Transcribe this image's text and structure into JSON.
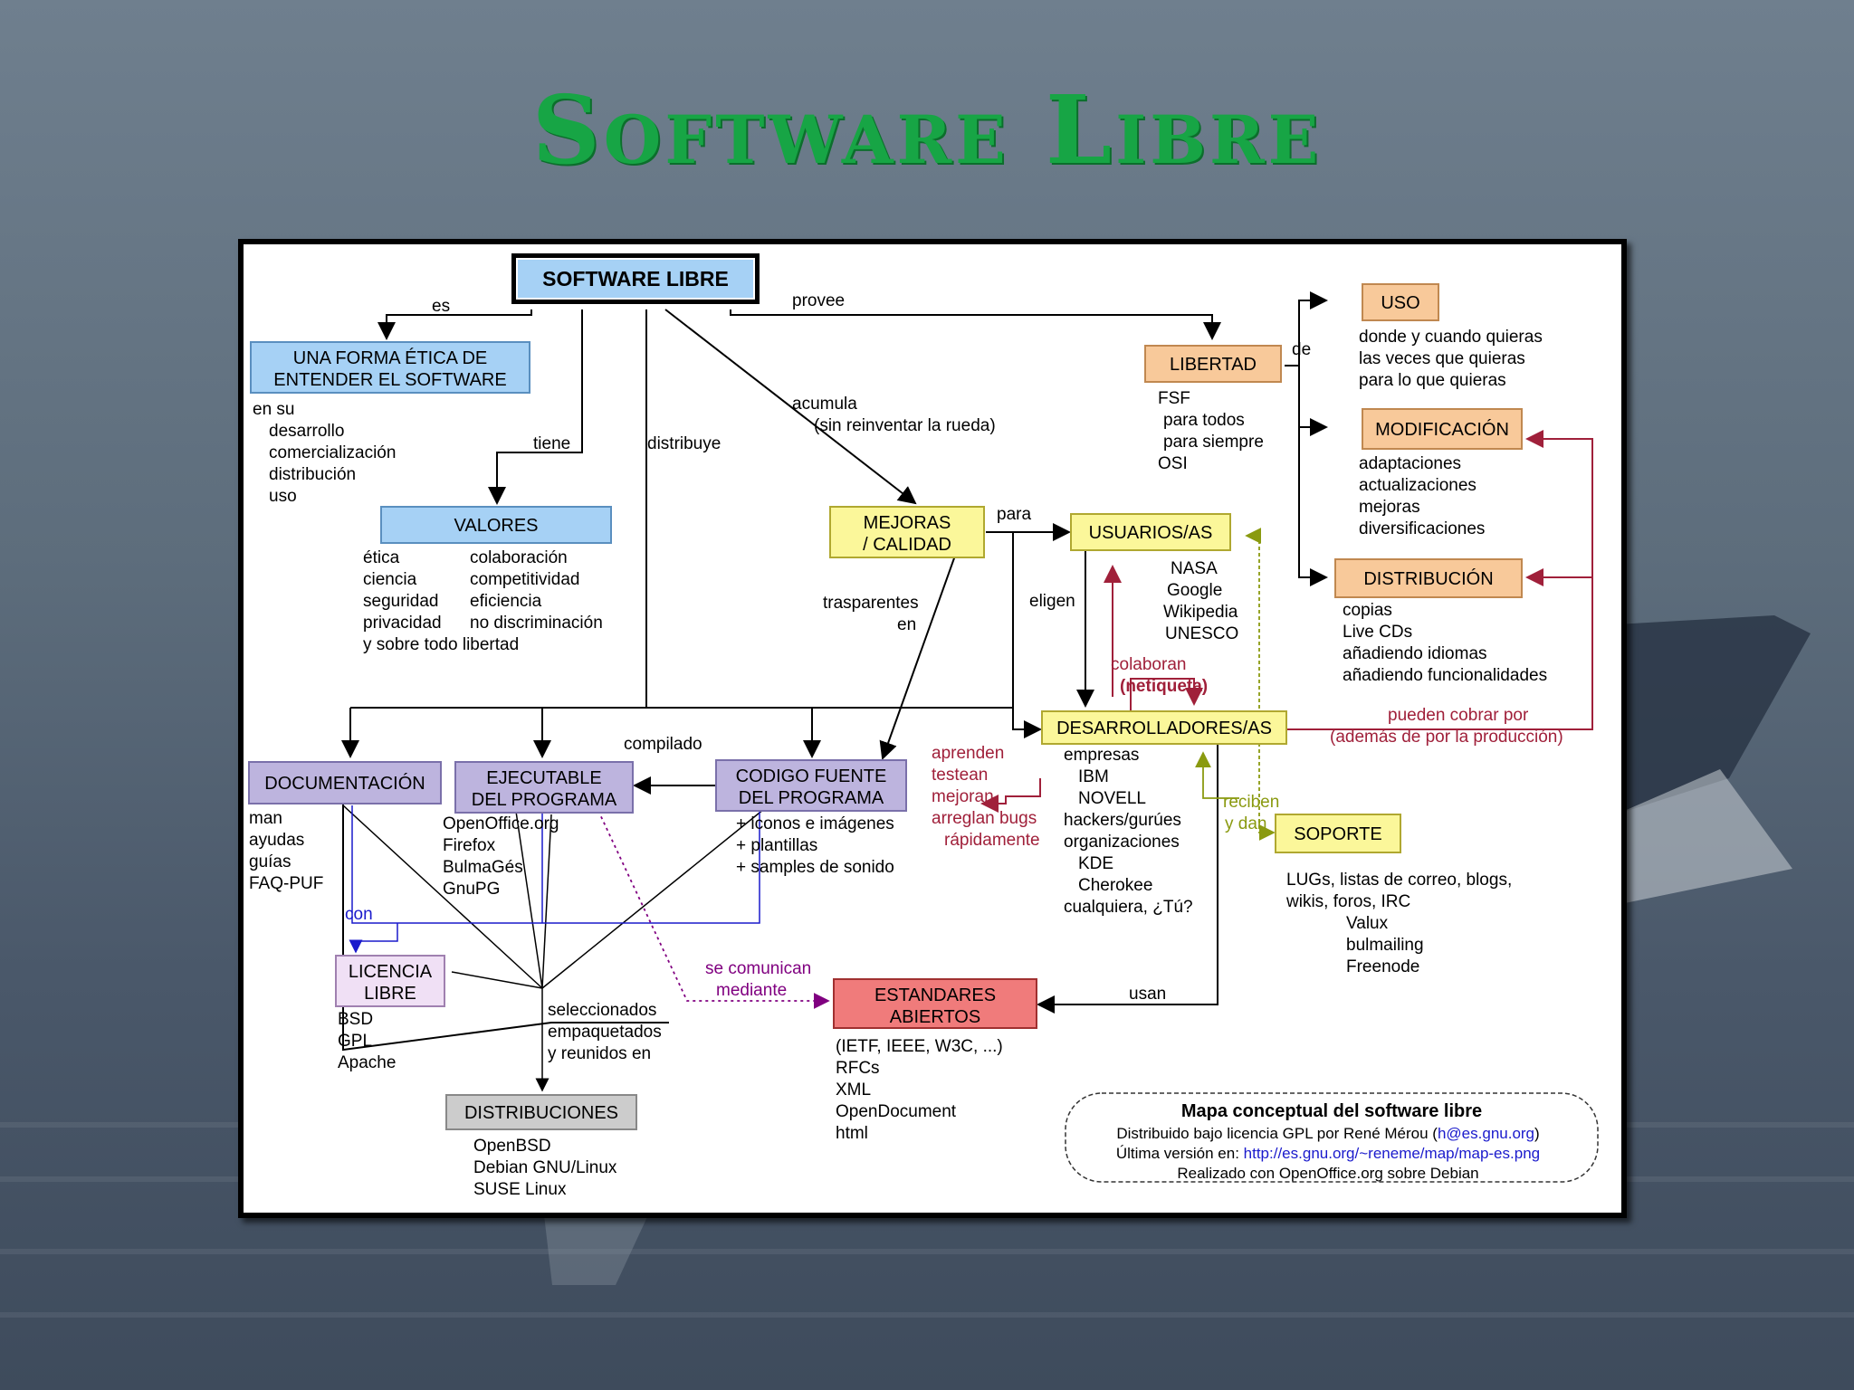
{
  "slide_title": "Software Libre",
  "colors": {
    "title_green": "#17a545",
    "blue_box": "#a6d1f5",
    "orange_box": "#f8c99a",
    "yellow_box": "#fbf79a",
    "purple_box": "#bdb4de",
    "red_box": "#f07b7b",
    "gray_box": "#cccccc",
    "pink_box": "#f0e0f5",
    "arrow_red": "#a0203a",
    "arrow_olive": "#8a9a10",
    "arrow_purple": "#800080"
  },
  "boxes": {
    "software_libre": "SOFTWARE LIBRE",
    "forma_etica_1": "UNA FORMA ÉTICA DE",
    "forma_etica_2": "ENTENDER EL SOFTWARE",
    "valores": "VALORES",
    "libertad": "LIBERTAD",
    "uso": "USO",
    "modificacion": "MODIFICACIÓN",
    "distribucion": "DISTRIBUCIÓN",
    "mejoras_1": "MEJORAS",
    "mejoras_2": "/ CALIDAD",
    "usuarios": "USUARIOS/AS",
    "desarrolladores": "DESARROLLADORES/AS",
    "soporte": "SOPORTE",
    "documentacion": "DOCUMENTACIÓN",
    "ejecutable_1": "EJECUTABLE",
    "ejecutable_2": "DEL PROGRAMA",
    "codigo_1": "CODIGO FUENTE",
    "codigo_2": "DEL PROGRAMA",
    "licencia_1": "LICENCIA",
    "licencia_2": "LIBRE",
    "estandares_1": "ESTANDARES",
    "estandares_2": "ABIERTOS",
    "distribuciones": "DISTRIBUCIONES"
  },
  "links": {
    "es": "es",
    "provee": "provee",
    "tiene": "tiene",
    "distribuye": "distribuye",
    "acumula_1": "acumula",
    "acumula_2": "(sin reinventar la rueda)",
    "de": "de",
    "para": "para",
    "eligen": "eligen",
    "trasparentes_1": "trasparentes",
    "trasparentes_2": "en",
    "compilado": "compilado",
    "colaboran_1": "colaboran",
    "colaboran_2": "(netiqueta)",
    "pueden_1": "pueden cobrar por",
    "pueden_2": "(además de por la producción)",
    "aprenden": [
      "aprenden",
      "testean",
      "mejoran",
      "arreglan bugs",
      "rápidamente"
    ],
    "reciben_1": "reciben",
    "reciben_2": "y dan",
    "con": "con",
    "comunican_1": "se comunican",
    "comunican_2": "mediante",
    "usan": "usan",
    "seleccionados": [
      "seleccionados",
      "empaquetados",
      "y reunidos en"
    ]
  },
  "notes": {
    "en_su": [
      "en su",
      "desarrollo",
      "comercialización",
      "distribución",
      "uso"
    ],
    "valores_left": [
      "ética",
      "ciencia",
      "seguridad",
      "privacidad",
      "y sobre todo libertad"
    ],
    "valores_right": [
      "colaboración",
      "competitividad",
      "eficiencia",
      "no discriminación"
    ],
    "libertad": [
      "FSF",
      "para todos",
      "para siempre",
      "OSI"
    ],
    "uso": [
      "donde y cuando quieras",
      "las veces que quieras",
      "para lo que quieras"
    ],
    "modificacion": [
      "adaptaciones",
      "actualizaciones",
      "mejoras",
      "diversificaciones"
    ],
    "distribucion": [
      "copias",
      "Live CDs",
      "añadiendo idiomas",
      "añadiendo funcionalidades"
    ],
    "usuarios": [
      "NASA",
      "Google",
      "Wikipedia",
      "UNESCO"
    ],
    "desarrolladores": [
      "empresas",
      "IBM",
      "NOVELL",
      "hackers/gurúes",
      "organizaciones",
      "KDE",
      "Cherokee",
      "cualquiera, ¿Tú?"
    ],
    "soporte": [
      "LUGs, listas de correo, blogs,",
      "wikis, foros, IRC",
      "Valux",
      "bulmailing",
      "Freenode"
    ],
    "documentacion": [
      "man",
      "ayudas",
      "guías",
      "FAQ-PUF"
    ],
    "ejecutable": [
      "OpenOffice.org",
      "Firefox",
      "BulmaGés",
      "GnuPG"
    ],
    "codigo": [
      "+ iconos e imágenes",
      "+ plantillas",
      "+ samples de sonido"
    ],
    "licencia": [
      "BSD",
      "GPL",
      "Apache"
    ],
    "estandares": [
      "(IETF, IEEE, W3C, ...)",
      "RFCs",
      "XML",
      "OpenDocument",
      "html"
    ],
    "distribuciones": [
      "OpenBSD",
      "Debian GNU/Linux",
      "SUSE Linux"
    ]
  },
  "credits": {
    "title": "Mapa conceptual del software libre",
    "line1_pre": "Distribuido bajo licencia GPL por René Mérou (",
    "line1_email": "h@es.gnu.org",
    "line1_post": ")",
    "line2_pre": "Última versión en: ",
    "line2_url": "http://es.gnu.org/~reneme/map/map-es.png",
    "line3": "Realizado con OpenOffice.org sobre Debian"
  }
}
